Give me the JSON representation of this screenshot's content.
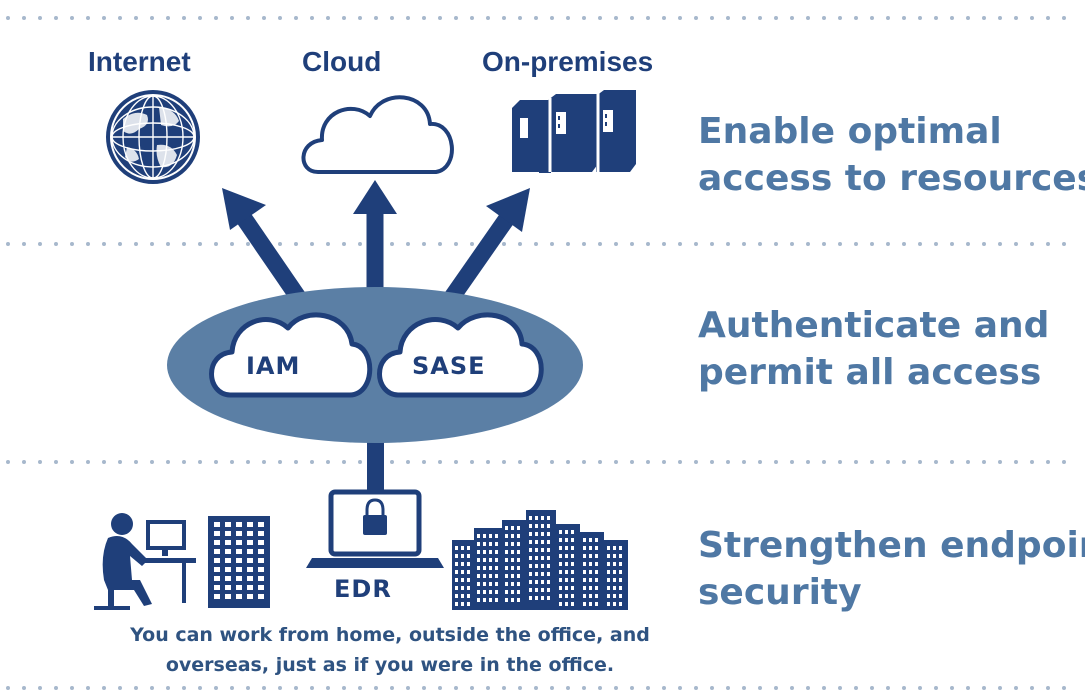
{
  "resources": {
    "internet": "Internet",
    "cloud": "Cloud",
    "on_premises": "On-premises"
  },
  "gateway": {
    "iam": "IAM",
    "sase": "SASE"
  },
  "endpoint": {
    "edr": "EDR"
  },
  "headlines": {
    "optimal_access": [
      "Enable optimal",
      "access to resources"
    ],
    "authenticate": [
      "Authenticate and",
      "permit all access"
    ],
    "endpoint": [
      "Strengthen endpoint",
      "security"
    ]
  },
  "caption": [
    "You can work from home, outside the office, and",
    "overseas, just as if you were in the office."
  ],
  "colors": {
    "navy": "#1f3f7a",
    "steel": "#4f78a4",
    "ellipse": "#5b7fa5",
    "dots": "#a7b8cc"
  },
  "icons": [
    "globe-icon",
    "cloud-icon",
    "server-rack-icon",
    "arrow-icon",
    "lock-icon",
    "laptop-icon",
    "person-at-desk-icon",
    "office-building-icon",
    "city-skyline-icon"
  ]
}
